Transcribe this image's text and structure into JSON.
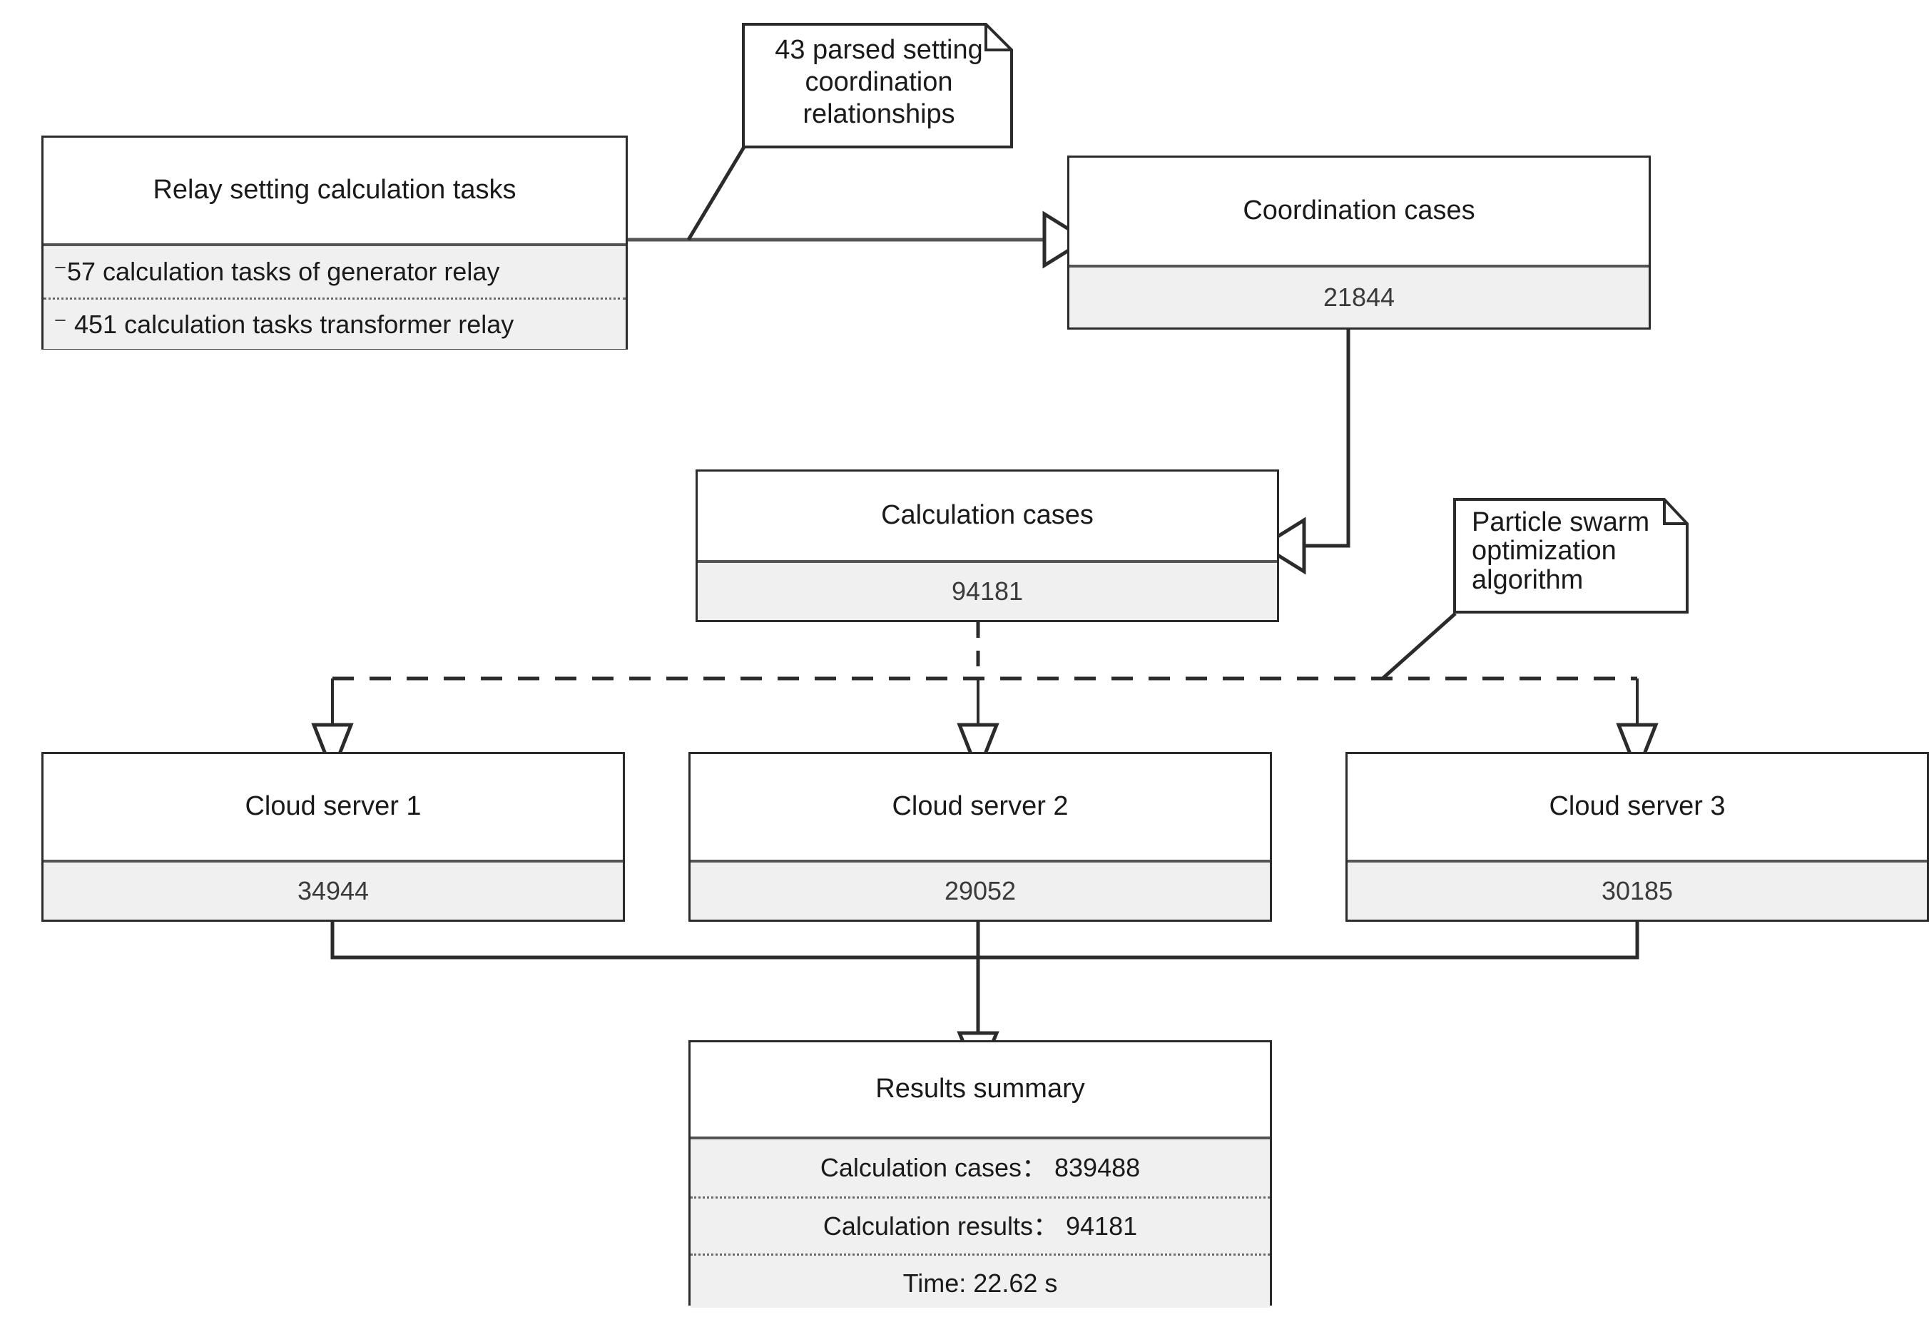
{
  "diagram": {
    "type": "flow-diagram",
    "background_color": "#ffffff",
    "line_color": "#2b2b2b",
    "body_fill": "#f0f0f0",
    "nodes": [
      {
        "id": "relay-tasks",
        "title": "Relay setting calculation tasks",
        "rows": [
          "⁻57 calculation tasks of generator relay",
          "⁻ 451 calculation tasks transformer relay"
        ]
      },
      {
        "id": "coordination-cases",
        "title": "Coordination cases",
        "value": "21844"
      },
      {
        "id": "calculation-cases",
        "title": "Calculation cases",
        "value": "94181"
      },
      {
        "id": "cloud-server-1",
        "title": "Cloud server 1",
        "value": "34944"
      },
      {
        "id": "cloud-server-2",
        "title": "Cloud server 2",
        "value": "29052"
      },
      {
        "id": "cloud-server-3",
        "title": "Cloud server 3",
        "value": "30185"
      },
      {
        "id": "results-summary",
        "title": "Results summary",
        "rows": [
          "Calculation  cases： 839488",
          "Calculation results： 94181",
          "Time: 22.62 s"
        ]
      }
    ],
    "notes": [
      {
        "id": "parsed-relationships-note",
        "lines": [
          "43 parsed setting",
          "coordination",
          "relationships"
        ]
      },
      {
        "id": "pso-note",
        "lines": [
          "Particle swarm",
          "optimization",
          "algorithm"
        ]
      }
    ]
  },
  "relay_tasks": {
    "title": "Relay setting calculation tasks",
    "row1": "⁻57 calculation tasks of generator relay",
    "row2": "⁻ 451 calculation tasks transformer relay"
  },
  "coordination_cases": {
    "title": "Coordination cases",
    "value": "21844"
  },
  "calculation_cases": {
    "title": "Calculation cases",
    "value": "94181"
  },
  "servers": {
    "s1": {
      "title": "Cloud server 1",
      "value": "34944"
    },
    "s2": {
      "title": "Cloud server 2",
      "value": "29052"
    },
    "s3": {
      "title": "Cloud server 3",
      "value": "30185"
    }
  },
  "results_summary": {
    "title": "Results summary",
    "row1": "Calculation  cases： 839488",
    "row2": "Calculation results： 94181",
    "row3": "Time: 22.62 s"
  },
  "notes": {
    "parsed": {
      "line1": "43 parsed setting",
      "line2": "coordination",
      "line3": "relationships"
    },
    "pso": {
      "line1": "Particle swarm",
      "line2": "optimization",
      "line3": "algorithm"
    }
  }
}
